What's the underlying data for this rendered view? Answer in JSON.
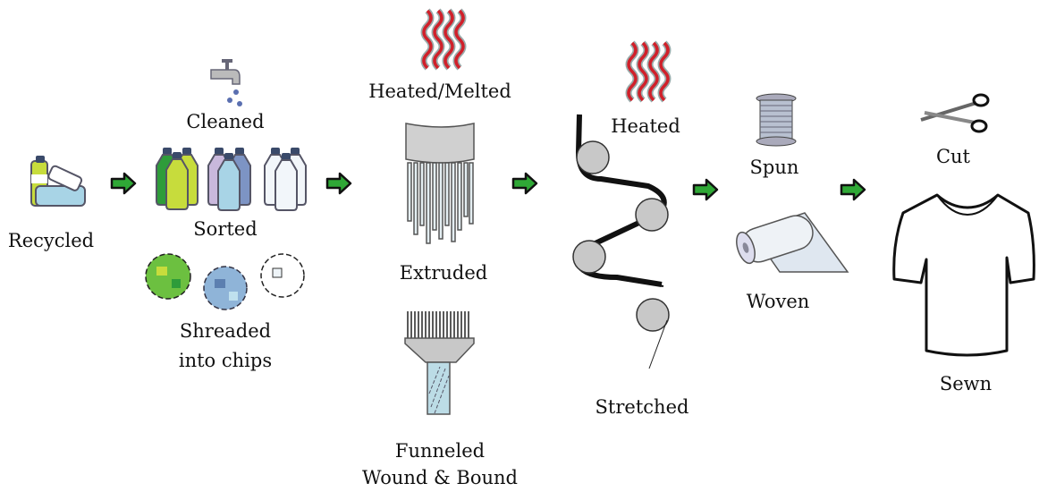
{
  "steps": {
    "recycled": "Recycled",
    "cleaned": "Cleaned",
    "sorted": "Sorted",
    "shredded_line1": "Shreaded",
    "shredded_line2": "into chips",
    "heated_melted": "Heated/Melted",
    "extruded": "Extruded",
    "funneled_line1": "Funneled",
    "funneled_line2": "Wound &  Bound",
    "heated": "Heated",
    "stretched": "Stretched",
    "spun": "Spun",
    "woven": "Woven",
    "cut": "Cut",
    "sewn": "Sewn"
  },
  "colors": {
    "arrow": "#2fa836",
    "heat_wave": "#d0202a",
    "roller": "#c8c8c8"
  }
}
